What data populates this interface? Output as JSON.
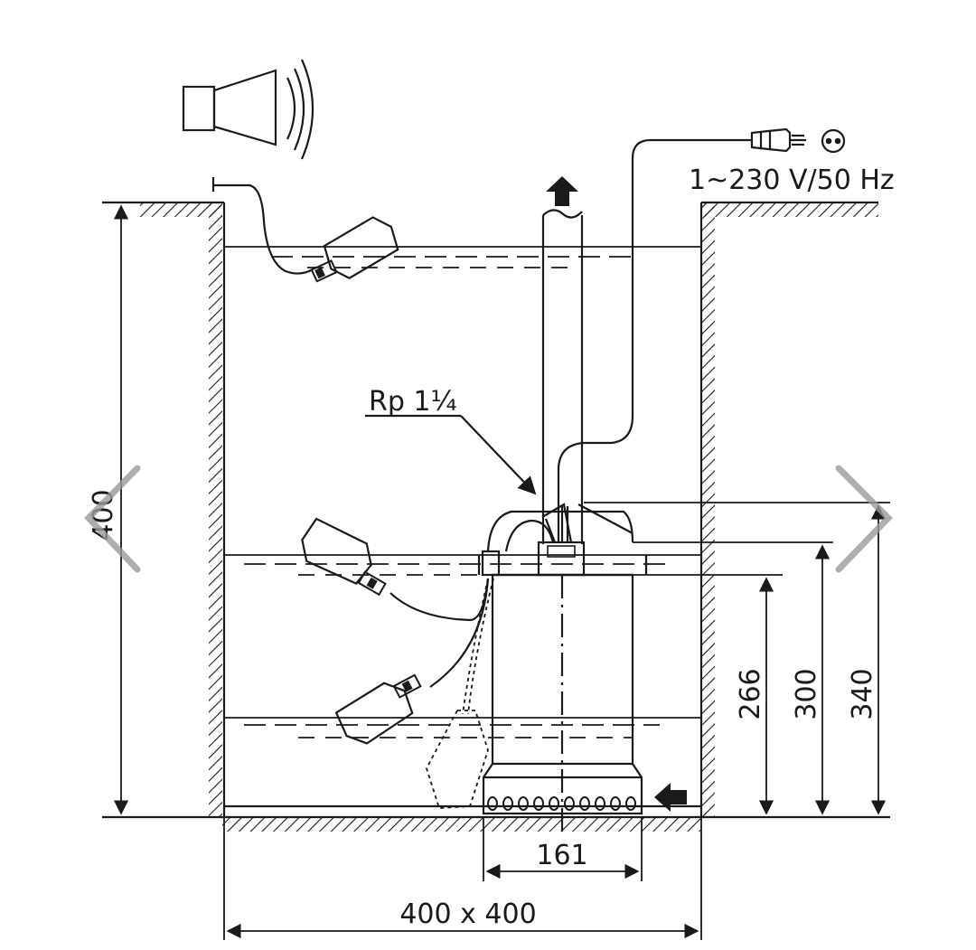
{
  "diagram": {
    "dims": {
      "pit_height": "400",
      "pit_size": "400 x 400",
      "pump_width": "161",
      "level_266": "266",
      "level_300": "300",
      "level_340": "340"
    },
    "labels": {
      "thread": "Rp 1¼",
      "power": "1~230 V/50 Hz"
    },
    "icons": {
      "alarm": "alarm-horn-icon",
      "socket": "power-socket-icon",
      "plug": "power-plug-icon",
      "outflow": "arrow-up-icon",
      "inflow": "arrow-left-icon"
    }
  },
  "viewer": {
    "prev": "chevron-left-icon",
    "next": "chevron-right-icon"
  }
}
